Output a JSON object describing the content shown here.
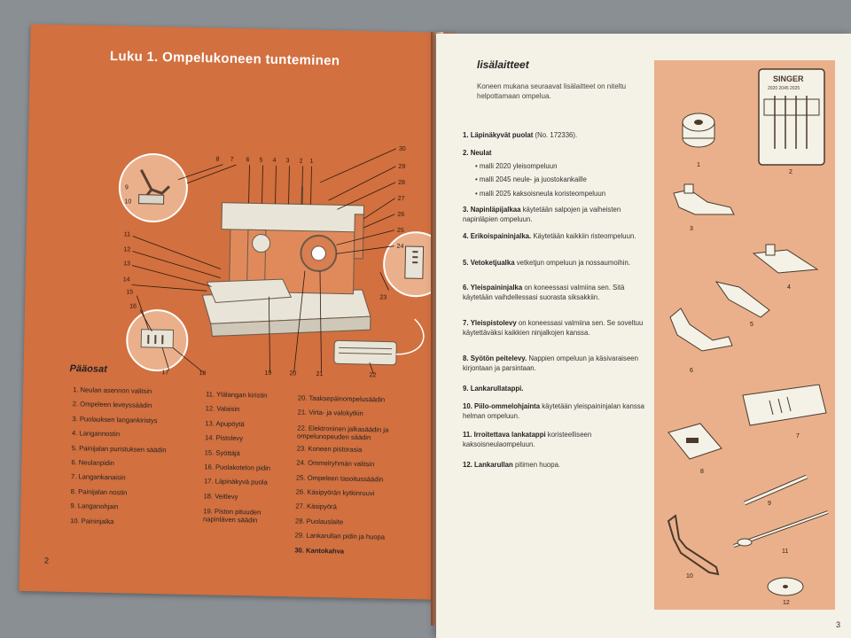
{
  "left_page": {
    "chapter_title": "Luku 1. Ompelukoneen tunteminen",
    "parts_title": "Pääosat",
    "page_number": "2",
    "callouts_top": [
      "8",
      "7",
      "6",
      "5",
      "4",
      "3",
      "2",
      "1"
    ],
    "callouts_right": [
      "30",
      "29",
      "28",
      "27",
      "26",
      "25",
      "24",
      "23"
    ],
    "callouts_left": [
      "9",
      "10",
      "11",
      "12",
      "13",
      "14",
      "15",
      "16",
      "17",
      "18"
    ],
    "callouts_bottom": [
      "19",
      "20",
      "21",
      "22"
    ],
    "parts": [
      "1. Neulan asennon valitsin",
      "2. Ompeleen leveyssäädin",
      "3. Puolauksen langankiristys",
      "4. Langannostin",
      "5. Painijalan puristuksen säädin",
      "6. Neulanpidin",
      "7. Langankanaisin",
      "8. Painijalan nostin",
      "9. Langanohjain",
      "10. Paininjalka",
      "11. Ylälangan kiristin",
      "12. Valaisin",
      "13. Apupöytä",
      "14. Pistolevy",
      "15. Syöttäjä",
      "16. Puolakotelon pidin",
      "17. Läpinäkyvä puola",
      "18. Veitlevy",
      "19. Piston pituuden napinläven säädin",
      "20. Taaksepäinompelusäädin",
      "21. Virta- ja valokytkin",
      "22. Elektroninen jalkasäädin ja ompelunopeuden säädin",
      "23. Koneen pistorasia",
      "24. Ommelryhmän valitsin",
      "25. Ompeleen tasoitussäädin",
      "26. Käsipyörän kytkinruuvi",
      "27. Käsipyörä",
      "28. Puolauslaite",
      "29. Lankarullan pidin ja huopa",
      "30. Kantokahva"
    ]
  },
  "right_page": {
    "title": "lisälaitteet",
    "intro": "Koneen mukana seuraavat lisälaitteet on niteltu helpottamaan ompelua.",
    "page_number": "3",
    "accessories": [
      {
        "num": "1.",
        "name": "Läpinäkyvät puolat",
        "desc": "(No. 172336)."
      },
      {
        "num": "2.",
        "name": "Neulat",
        "desc": "",
        "sub": [
          "• malli 2020 yleisompeluun",
          "• malli 2045 neule- ja juostokankaille",
          "• malli 2025 kaksoisneula koristeompeluun"
        ]
      },
      {
        "num": "3.",
        "name": "Napinläpijalkaa",
        "desc": "käytetään salpojen ja vaiheisten napinläpien ompeluun."
      },
      {
        "num": "4.",
        "name": "Erikoispaininjalka.",
        "desc": "Käytetään kaikkiin risteompeluun."
      },
      {
        "num": "5.",
        "name": "Vetoketjualka",
        "desc": "vetketjun ompeluun ja nossaumoihin."
      },
      {
        "num": "6.",
        "name": "Yleispaininjalka",
        "desc": "on koneessasi valmiina sen. Sitä käytetään vaihdellessasi suorasta siksakkiin."
      },
      {
        "num": "7.",
        "name": "Yleispistolevy",
        "desc": "on koneessasi valmiina sen. Se soveltuu käytettäväksi kaikkien ninjalkojen kanssa."
      },
      {
        "num": "8.",
        "name": "Syötön peitelevy.",
        "desc": "Nappien ompeluun ja käsivaraiseen kirjontaan ja parsintaan."
      },
      {
        "num": "9.",
        "name": "Lankarullatappi.",
        "desc": ""
      },
      {
        "num": "10.",
        "name": "Piilo-ommelohjainta",
        "desc": "käytetään yleispaininjalan kanssa helman ompeluun."
      },
      {
        "num": "11.",
        "name": "Irroitettava lankatappi",
        "desc": "koristeelliseen kaksoisneulaompeluun."
      },
      {
        "num": "12.",
        "name": "Lankarullan",
        "desc": "pitimen huopa."
      }
    ],
    "panel_labels": [
      "1",
      "2",
      "3",
      "4",
      "5",
      "6",
      "7",
      "8",
      "9",
      "10",
      "11",
      "12"
    ],
    "needle_pack_brand": "SINGER",
    "needle_pack_text": "2020 2045 2025"
  },
  "colors": {
    "left_page_bg": "#d2703f",
    "right_page_bg": "#f4f1e6",
    "panel_bg": "#eab08c"
  }
}
